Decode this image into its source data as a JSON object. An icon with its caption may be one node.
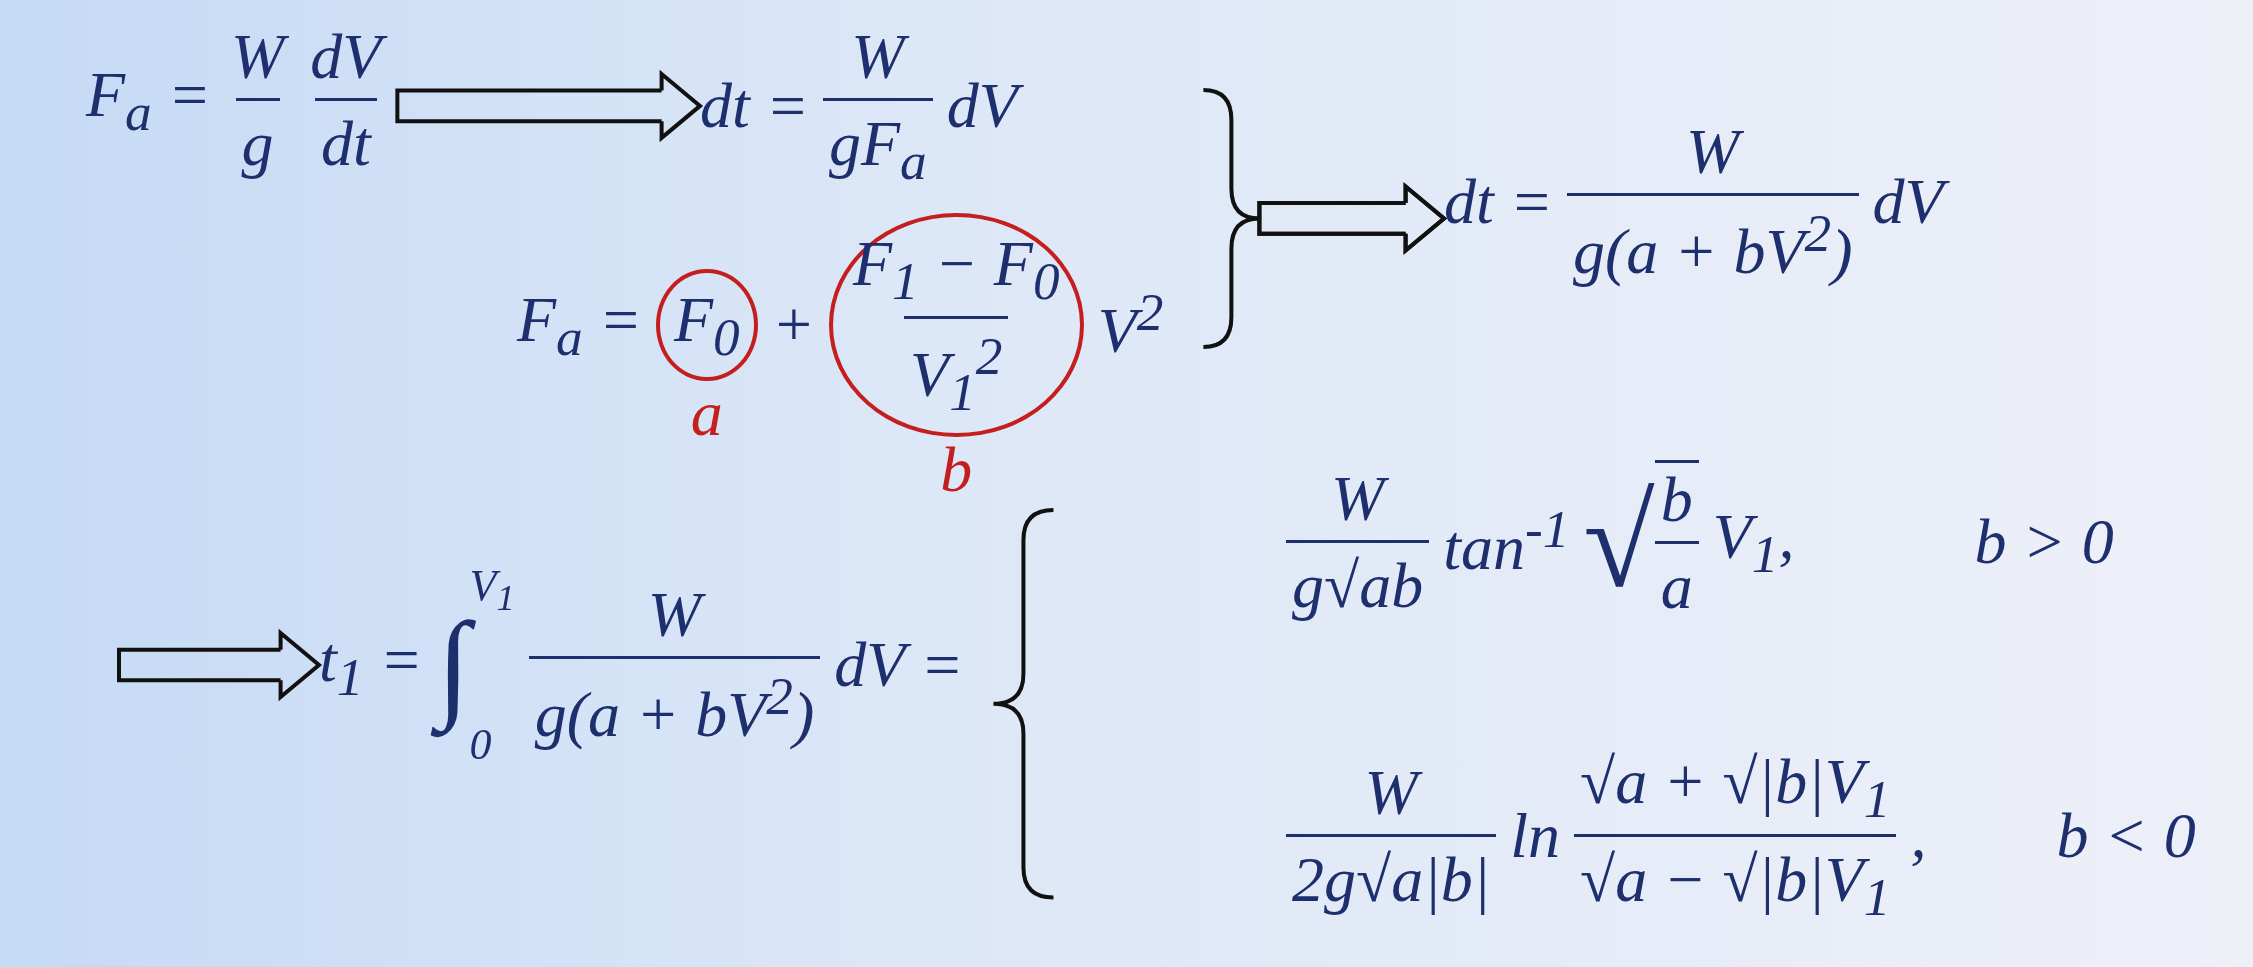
{
  "diagram": {
    "nodes": [
      {
        "text": [
          "F$_{a}$ =",
          "W",
          "g",
          "dV",
          "dt"
        ]
      },
      {
        "text": [
          "dt =",
          "W",
          "gF$_{a}$",
          "dV"
        ]
      },
      {
        "text": [
          "F$_{a}$ =",
          "+",
          "V$^{2}$"
        ]
      },
      {
        "text": [
          "F$_{0}$"
        ],
        "in": 2,
        "beside": [
          "a"
        ]
      },
      {
        "text": [
          "F$_{1}$ − F$_{0}$",
          "V$_{1}$$^{2}$"
        ],
        "in": 2,
        "beside": [
          "b"
        ]
      },
      {
        "text": [
          "dt =",
          "W",
          "g(a + bV$^{2}$)",
          "dV"
        ]
      },
      {
        "text": [
          "t$_{1}$ =",
          "∫",
          "V$_{1}$",
          "0",
          "W",
          "g(a + bV$^{2}$)",
          "dV ="
        ]
      },
      {
        "text": [
          "W",
          "g√ab",
          "tan$^{-1}$",
          "√",
          "b",
          "a",
          "V$_{1}$,"
        ],
        "beside": [
          "b > 0"
        ]
      },
      {
        "text": [
          "W",
          "2g√a|b|",
          "ln",
          "√a + √|b|V$_{1}$",
          "√a − √|b|V$_{1}$",
          ","
        ],
        "beside": [
          "b < 0"
        ]
      }
    ],
    "edges": [
      {
        "from": 0,
        "to": 1,
        "arrow": "to"
      },
      {
        "from": 1,
        "to": 5,
        "arrow": "to"
      },
      {
        "from": 2,
        "to": 5,
        "arrow": "to"
      },
      {
        "from": null,
        "to": 6,
        "arrow": "to"
      }
    ]
  }
}
